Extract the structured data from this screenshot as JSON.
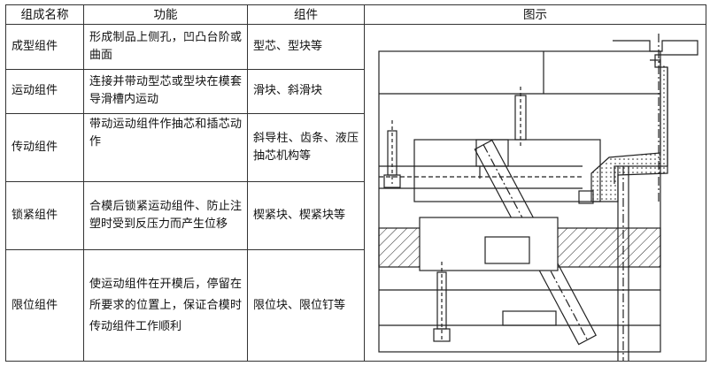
{
  "table": {
    "headers": [
      "组成名称",
      "功能",
      "组件",
      "图示"
    ],
    "rows": [
      {
        "name": "成型组件",
        "function": "形成制品上侧孔，凹凸台阶或曲面",
        "components": "型芯、型块等"
      },
      {
        "name": "运动组件",
        "function": "连接并带动型芯或型块在模套导滑槽内运动",
        "components": "滑块、斜滑块"
      },
      {
        "name": "传动组件",
        "function": "带动运动组件作抽芯和插芯动作",
        "components": "斜导柱、齿条、液压抽芯机构等"
      },
      {
        "name": "锁紧组件",
        "function": "合模后锁紧运动组件、防止注塑时受到反压力而产生位移",
        "components": "楔紧块、楔紧块等"
      },
      {
        "name": "限位组件",
        "function": "使运动组件在开模后，停留在所要求的位置上，保证合模时传动组件工作顺利",
        "components": "限位块、限位钉等"
      }
    ]
  }
}
